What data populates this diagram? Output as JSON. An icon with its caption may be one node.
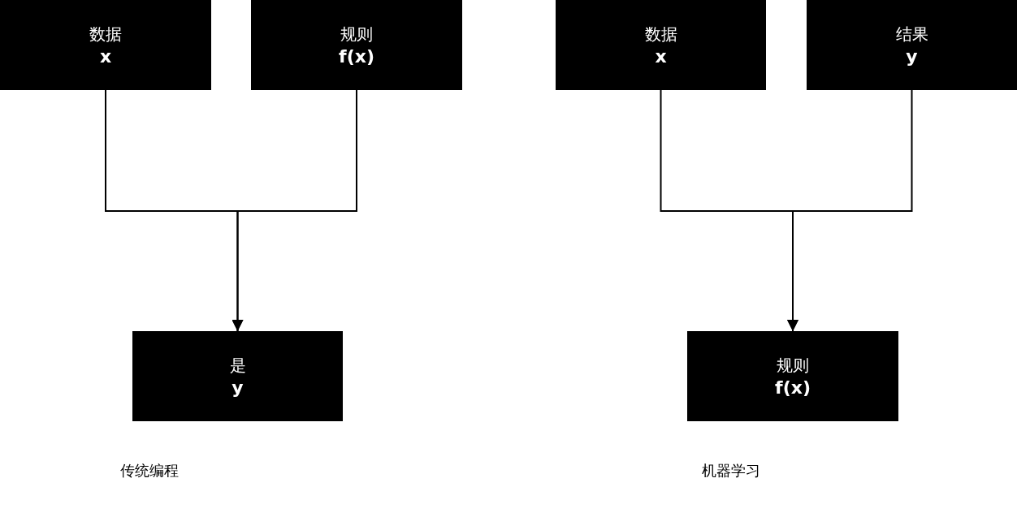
{
  "diagram": {
    "nodes": [
      {
        "text": [
          "数据",
          "x"
        ]
      },
      {
        "text": [
          "规则",
          "f(x)"
        ]
      },
      {
        "text": [
          "是",
          "y"
        ]
      },
      {
        "text": [
          "数据",
          "x"
        ]
      },
      {
        "text": [
          "结果",
          "y"
        ]
      },
      {
        "text": [
          "规则",
          "f(x)"
        ]
      }
    ],
    "edges": [
      {
        "from": 0,
        "to": 2,
        "arrow": "to"
      },
      {
        "from": 1,
        "to": 2,
        "arrow": "to"
      },
      {
        "from": 3,
        "to": 5,
        "arrow": "to"
      },
      {
        "from": 4,
        "to": 5,
        "arrow": "to"
      }
    ],
    "labels": [
      "传统编程",
      "机器学习"
    ]
  }
}
